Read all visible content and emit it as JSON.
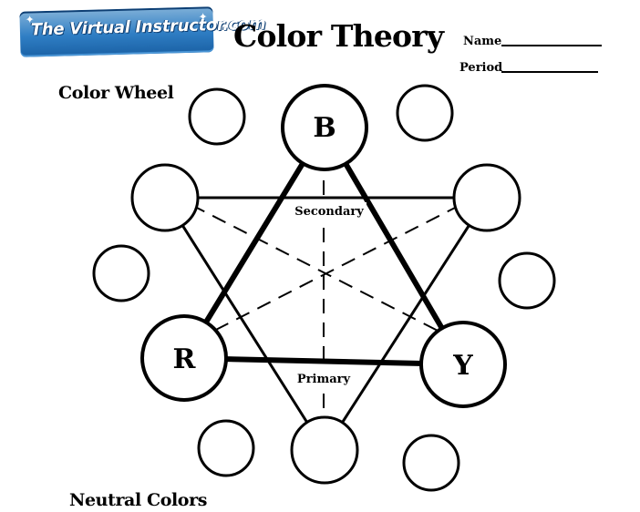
{
  "logo": {
    "text": "The Virtual Instructor.com"
  },
  "title": "Color Theory",
  "form": {
    "name_label": "Name",
    "period_label": "Period"
  },
  "sections": {
    "color_wheel": "Color Wheel",
    "neutral_colors": "Neutral Colors"
  },
  "wheel": {
    "primary_labels": {
      "blue": "B",
      "red": "R",
      "yellow": "Y"
    },
    "secondary_label": "Secondary",
    "primary_label": "Primary"
  }
}
